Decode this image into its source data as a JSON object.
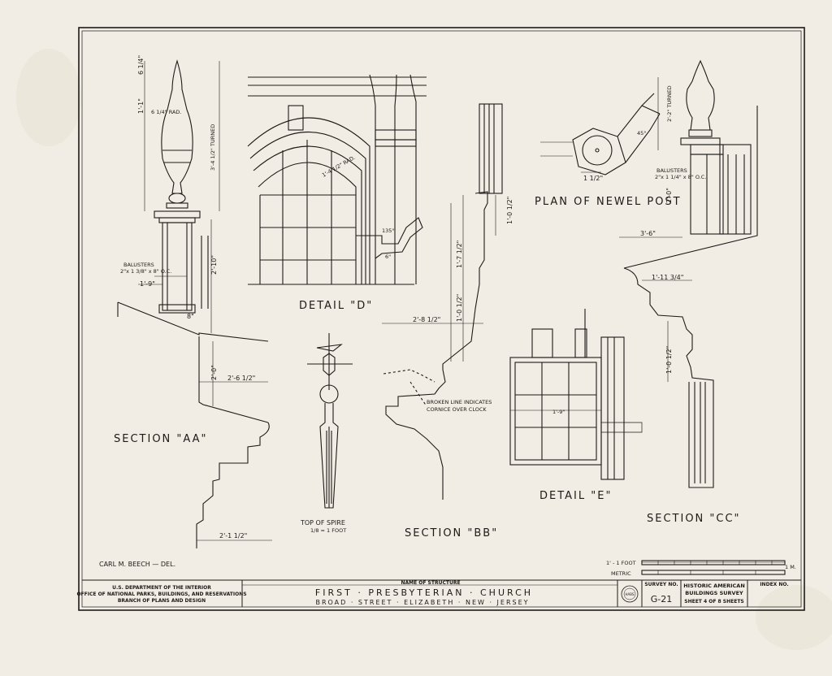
{
  "drawing_labels": {
    "section_aa": "SECTION \"AA\"",
    "detail_d": "DETAIL \"D\"",
    "plan_newel": "PLAN OF NEWEL POST",
    "section_bb": "SECTION \"BB\"",
    "detail_e": "DETAIL \"E\"",
    "section_cc": "SECTION \"CC\"",
    "top_of_spire": "TOP OF SPIRE",
    "spire_scale": "1/8 = 1 FOOT"
  },
  "notes": {
    "broken_line_1": "BROKEN LINE INDICATES",
    "broken_line_2": "CORNICE OVER CLOCK",
    "balusters_aa_1": "BALUSTERS",
    "balusters_aa_2": "2\"x 1 3/8\" x 8\" O.C.",
    "balusters_cc_1": "BALUSTERS",
    "balusters_cc_2": "2\"x 1 1/4\" x 8\" O.C.",
    "turned_aa": "3'-4 1/2\" TURNED",
    "turned_cc": "2'-2\" TURNED"
  },
  "dimensions": {
    "aa_top": "6 1/4\"",
    "aa_rad": "6 1/4\" RAD.",
    "aa_1_1": "1'-1\"",
    "aa_1_9": "1'-9\"",
    "aa_2_10": "2'-10\"",
    "aa_2_0": "2'-0\"",
    "aa_2_6": "2'-6 1/2\"",
    "aa_2_1": "2'-1 1/2\"",
    "aa_8": "8\"",
    "d_arch": "1'-4 1/2\" RAD.",
    "d_135": "135°",
    "d_6": "6\"",
    "bb_1_0": "1'-0 1/2\"",
    "bb_1_7": "1'-7 1/2\"",
    "bb_2_8": "2'-8 1/2\"",
    "bb_1_0b": "1'-0 1/2\"",
    "cc_3_6": "3'-6\"",
    "cc_1_11": "1'-11 3/4\"",
    "cc_1_0": "1'-0 1/2\"",
    "cc_2_0": "2'-0\"",
    "newel_45": "45°",
    "newel_1": "1 1/2\"",
    "e_1_9": "1'-9\""
  },
  "footer": {
    "drawn_by": "CARL M. BEECH — DEL.",
    "drawn_by_sub": "",
    "scale_foot": "1' - 1 FOOT",
    "scale_metric": "METRIC",
    "scale_metric_end": "1 M."
  },
  "title_block": {
    "agency_1": "U.S. DEPARTMENT OF THE INTERIOR",
    "agency_2": "OFFICE OF NATIONAL PARKS, BUILDINGS, AND RESERVATIONS",
    "agency_3": "BRANCH OF PLANS AND DESIGN",
    "name_label": "NAME OF STRUCTURE",
    "structure_name": "FIRST · PRESBYTERIAN · CHURCH",
    "structure_address": "BROAD · STREET · ELIZABETH · NEW · JERSEY",
    "survey_label": "SURVEY NO.",
    "survey_number": "G-21",
    "habs_1": "HISTORIC AMERICAN",
    "habs_2": "BUILDINGS SURVEY",
    "sheet_text": "SHEET 4 OF 8 SHEETS",
    "index_label": "INDEX NO.",
    "seal_text": "HABS"
  }
}
